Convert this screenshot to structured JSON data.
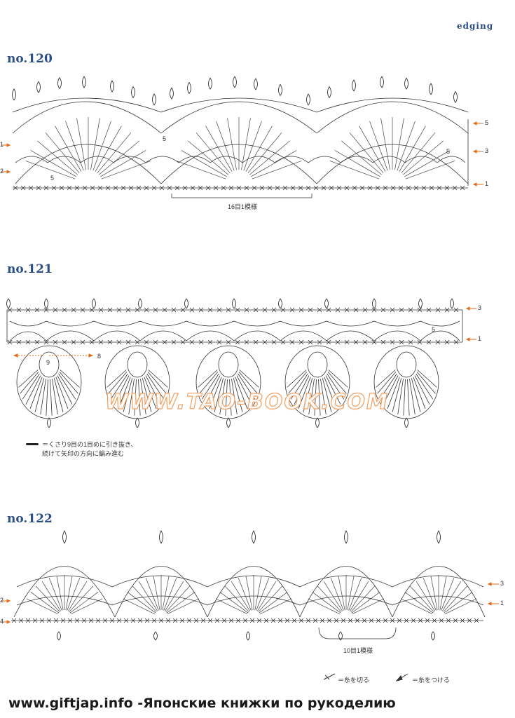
{
  "header": {
    "tag": "edging"
  },
  "patterns": [
    {
      "title": "no.120",
      "repeat_label": "16目1模様",
      "row_labels": [
        "5",
        "3",
        "1"
      ],
      "left_labels": [
        "1",
        "2"
      ],
      "inner_labels": [
        "5",
        "5",
        "5"
      ]
    },
    {
      "title": "no.121",
      "repeat_label": "",
      "row_labels": [
        "3",
        "1"
      ],
      "inner_labels": [
        "9",
        "8",
        "5"
      ],
      "legend_line1": "＝くさり9目の1目めに引き抜き、",
      "legend_line2": "続けて矢印の方向に編み進む"
    },
    {
      "title": "no.122",
      "repeat_label": "10目1模様",
      "row_labels": [
        "3",
        "1"
      ],
      "left_labels": [
        "2",
        "4"
      ]
    }
  ],
  "symbols": {
    "cut_yarn": "＝糸を切る",
    "join_yarn": "＝糸をつける"
  },
  "watermark": "WWW.TAO-BOOK.COM",
  "footer": "www.giftjap.info -Японские книжки по рукоделию",
  "colors": {
    "title": "#2a4f86",
    "accent_arrow": "#e06a1a",
    "watermark_outline": "#f0a060"
  }
}
